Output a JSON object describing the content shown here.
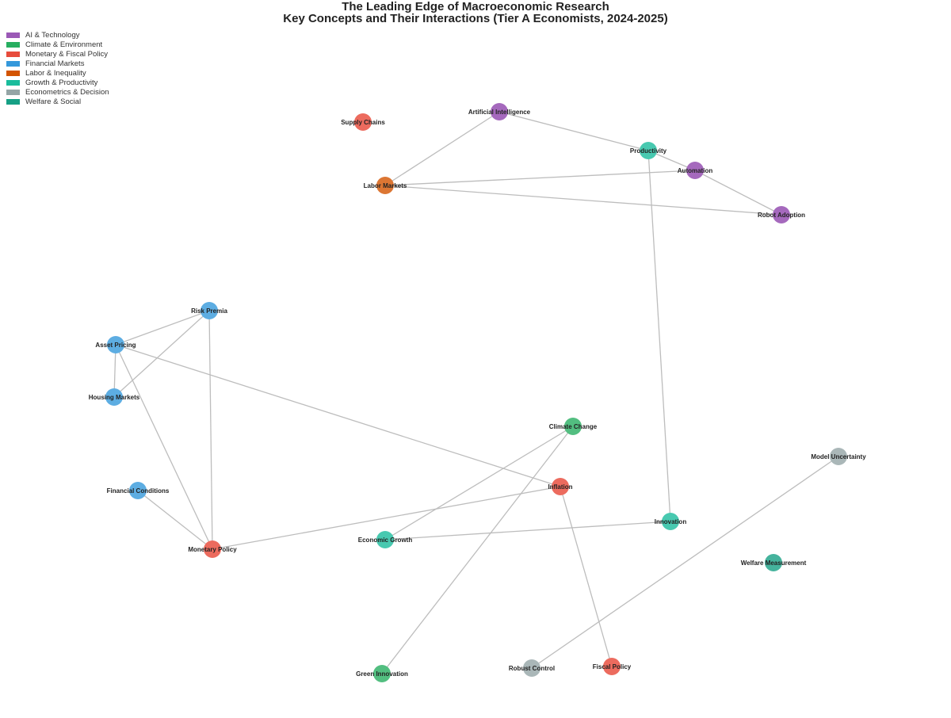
{
  "title": {
    "line1": "The Leading Edge of Macroeconomic Research",
    "line2": "Key Concepts and Their Interactions (Tier A Economists, 2024-2025)"
  },
  "legend": [
    {
      "label": "AI & Technology",
      "color": "#9b59b6"
    },
    {
      "label": "Climate & Environment",
      "color": "#27ae60"
    },
    {
      "label": "Monetary & Fiscal Policy",
      "color": "#e74c3c"
    },
    {
      "label": "Financial Markets",
      "color": "#3498db"
    },
    {
      "label": "Labor & Inequality",
      "color": "#d35400"
    },
    {
      "label": "Growth & Productivity",
      "color": "#1abc9c"
    },
    {
      "label": "Econometrics & Decision",
      "color": "#95a5a6"
    },
    {
      "label": "Welfare & Social",
      "color": "#16a085"
    }
  ],
  "nodes": [
    {
      "id": "ai",
      "label": "Artificial Intelligence",
      "color": "#a569bd"
    },
    {
      "id": "supply",
      "label": "Supply Chains",
      "color": "#ec6b5e"
    },
    {
      "id": "productivity",
      "label": "Productivity",
      "color": "#48c9b0"
    },
    {
      "id": "automation",
      "label": "Automation",
      "color": "#a569bd"
    },
    {
      "id": "labor",
      "label": "Labor Markets",
      "color": "#dc7633"
    },
    {
      "id": "robot",
      "label": "Robot Adoption",
      "color": "#a569bd"
    },
    {
      "id": "risk",
      "label": "Risk Premia",
      "color": "#5dade2"
    },
    {
      "id": "asset",
      "label": "Asset Pricing",
      "color": "#5dade2"
    },
    {
      "id": "housing",
      "label": "Housing Markets",
      "color": "#5dade2"
    },
    {
      "id": "climate",
      "label": "Climate Change",
      "color": "#52be80"
    },
    {
      "id": "model",
      "label": "Model Uncertainty",
      "color": "#aab7b8"
    },
    {
      "id": "inflation",
      "label": "Inflation",
      "color": "#ec6b5e"
    },
    {
      "id": "fincond",
      "label": "Financial Conditions",
      "color": "#5dade2"
    },
    {
      "id": "innovation",
      "label": "Innovation",
      "color": "#48c9b0"
    },
    {
      "id": "growth",
      "label": "Economic Growth",
      "color": "#48c9b0"
    },
    {
      "id": "monetary",
      "label": "Monetary Policy",
      "color": "#ec6b5e"
    },
    {
      "id": "welfare",
      "label": "Welfare Measurement",
      "color": "#45b39d"
    },
    {
      "id": "green",
      "label": "Green Innovation",
      "color": "#52be80"
    },
    {
      "id": "robust",
      "label": "Robust Control",
      "color": "#aab7b8"
    },
    {
      "id": "fiscal",
      "label": "Fiscal Policy",
      "color": "#ec6b5e"
    }
  ],
  "edges": [
    [
      "ai",
      "labor"
    ],
    [
      "ai",
      "productivity"
    ],
    [
      "productivity",
      "automation"
    ],
    [
      "labor",
      "automation"
    ],
    [
      "labor",
      "robot"
    ],
    [
      "automation",
      "robot"
    ],
    [
      "productivity",
      "innovation"
    ],
    [
      "risk",
      "asset"
    ],
    [
      "risk",
      "housing"
    ],
    [
      "risk",
      "monetary"
    ],
    [
      "asset",
      "housing"
    ],
    [
      "asset",
      "monetary"
    ],
    [
      "asset",
      "inflation"
    ],
    [
      "fincond",
      "monetary"
    ],
    [
      "monetary",
      "inflation"
    ],
    [
      "climate",
      "growth"
    ],
    [
      "climate",
      "green"
    ],
    [
      "growth",
      "innovation"
    ],
    [
      "inflation",
      "fiscal"
    ],
    [
      "model",
      "robust"
    ]
  ]
}
